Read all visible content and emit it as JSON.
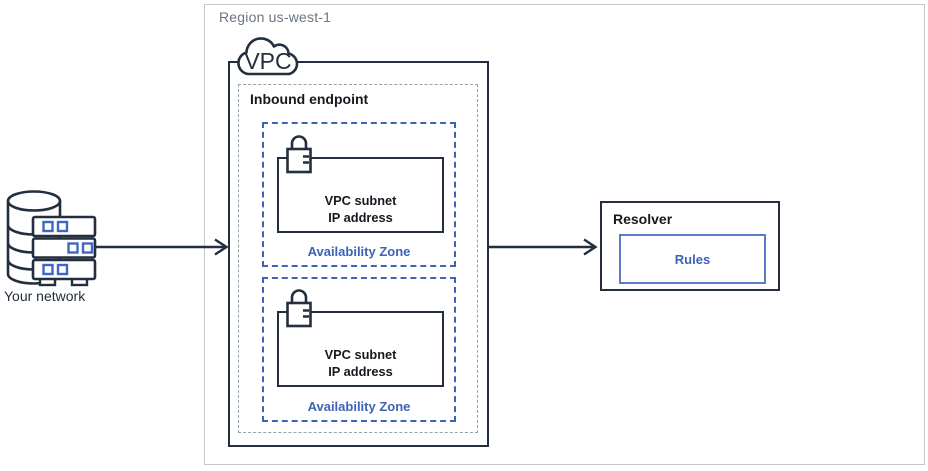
{
  "colors": {
    "navy": "#232f3e",
    "accent_blue": "#3e63b4",
    "rules_border_blue": "#5b7bc9",
    "region_border_gray": "#c1c7cb",
    "region_text_gray": "#6b7580",
    "dotted_border_gray": "#9aa0a6",
    "text_black": "#16191f"
  },
  "diagram": {
    "region": {
      "label": "Region us-west-1"
    },
    "vpc": {
      "label": "VPC"
    },
    "inbound_endpoint": {
      "label": "Inbound endpoint"
    },
    "availability_zones": [
      {
        "label": "Availability Zone",
        "subnet": {
          "line1": "VPC subnet",
          "line2": "IP address"
        }
      },
      {
        "label": "Availability Zone",
        "subnet": {
          "line1": "VPC subnet",
          "line2": "IP address"
        }
      }
    ],
    "resolver": {
      "label": "Resolver",
      "rules": {
        "label": "Rules"
      }
    },
    "your_network": {
      "label": "Your network"
    },
    "icons": {
      "vpc_cloud": "vpc-cloud-icon",
      "subnet_lock": "lock-icon",
      "your_network": "database-servers-icon",
      "arrows": "right-arrow"
    }
  }
}
